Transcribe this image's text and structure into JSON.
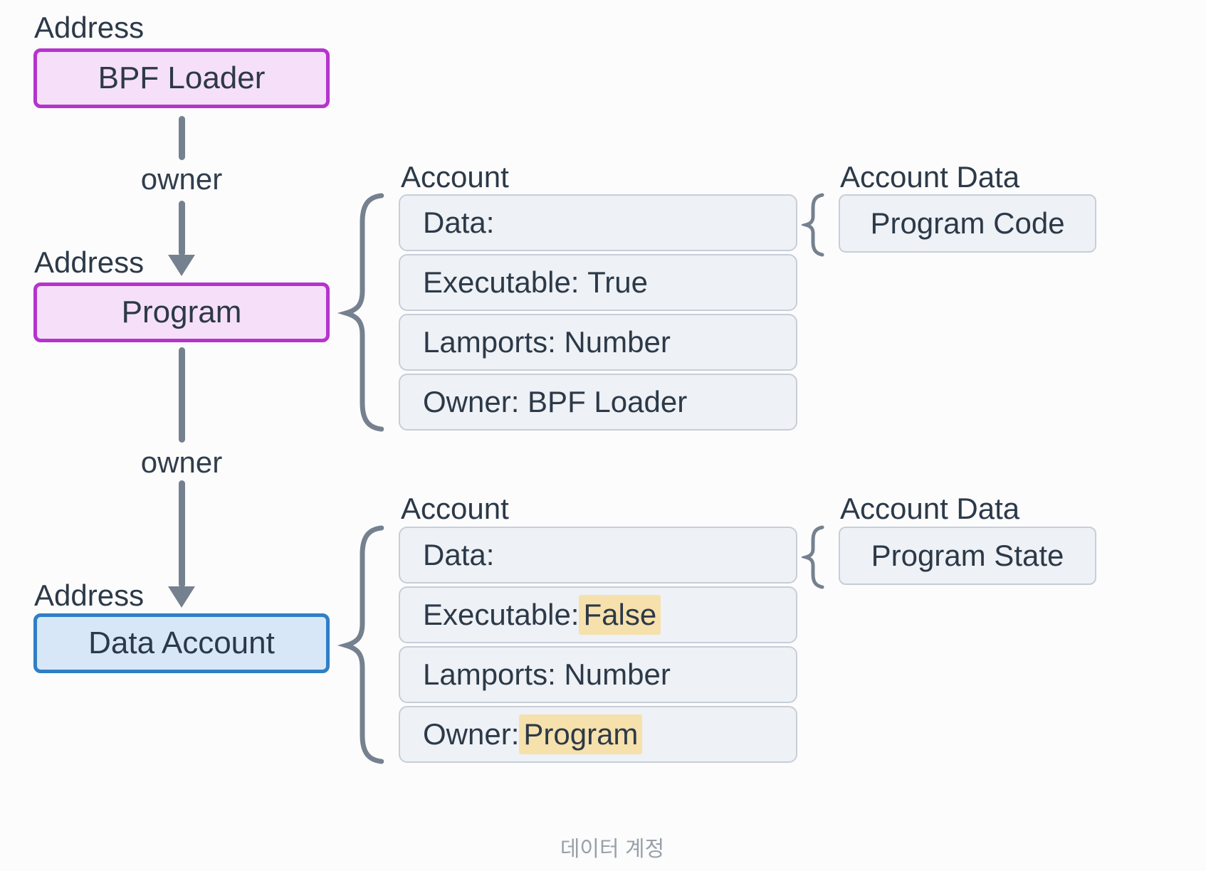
{
  "diagram": {
    "caption": "데이터 계정",
    "background": "#fcfcfd"
  },
  "colors": {
    "dark_text": "#2c3948",
    "purple_node_border": "#b434cc",
    "purple_node_fill": "#f6dff8",
    "blue_node_border": "#2f7fc6",
    "blue_node_fill": "#d8e7f7",
    "row_fill": "#eef1f5",
    "row_border": "#c7ced8",
    "arrow_and_brace_gray": "#76818f",
    "highlight_yellow": "#f6e1ac",
    "caption_gray": "#9aa0a9"
  },
  "icons": {
    "down_arrow": "down-arrow-icon",
    "curly_brace": "curly-brace-icon"
  },
  "address_nodes": [
    {
      "label": "Address",
      "title": "BPF Loader",
      "variant": "purple"
    },
    {
      "label": "Address",
      "title": "Program",
      "variant": "purple"
    },
    {
      "label": "Address",
      "title": "Data Account",
      "variant": "blue"
    }
  ],
  "owner_edges": [
    {
      "label": "owner"
    },
    {
      "label": "owner"
    }
  ],
  "accounts": [
    {
      "header": "Account",
      "rows": [
        {
          "prefix": "Data:",
          "value": ""
        },
        {
          "prefix": "Executable: ",
          "value": "True"
        },
        {
          "prefix": "Lamports: ",
          "value": "Number"
        },
        {
          "prefix": "Owner: ",
          "value": "BPF Loader"
        }
      ],
      "data_header": "Account Data",
      "data_value": "Program Code"
    },
    {
      "header": "Account",
      "rows": [
        {
          "prefix": "Data:",
          "value": ""
        },
        {
          "prefix": "Executable:",
          "value": "False",
          "highlighted": true
        },
        {
          "prefix": "Lamports: ",
          "value": "Number"
        },
        {
          "prefix": "Owner:",
          "value": "Program",
          "highlighted": true
        }
      ],
      "data_header": "Account Data",
      "data_value": "Program State"
    }
  ]
}
